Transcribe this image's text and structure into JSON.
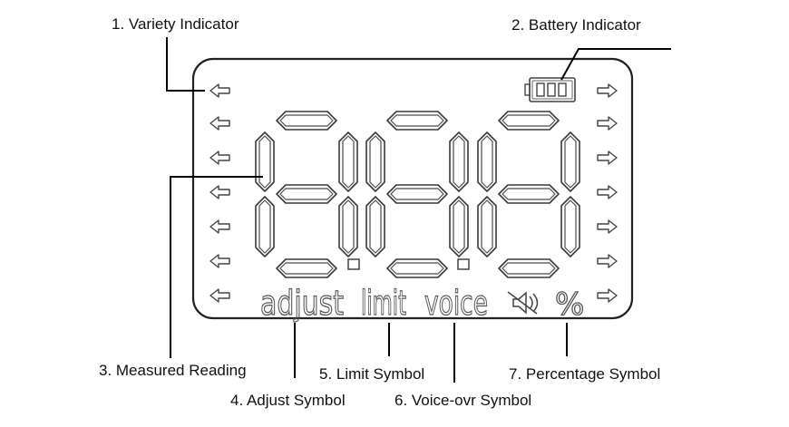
{
  "callouts": {
    "variety": "1. Variety Indicator",
    "battery": "2. Battery Indicator",
    "measured": "3. Measured Reading",
    "adjust": "4. Adjust Symbol",
    "limit": "5. Limit Symbol",
    "voice": "6. Voice-ovr Symbol",
    "percentage": "7. Percentage Symbol"
  },
  "lcd": {
    "word_adjust": "adjust",
    "word_limit": "limit",
    "word_voice": "voice",
    "percent_sign": "%",
    "digit_count": 3,
    "left_arrow_count": 7,
    "right_arrow_count": 7,
    "battery_bars": 3
  },
  "icons": [
    "left-arrow-icon",
    "right-arrow-icon",
    "battery-icon",
    "speaker-mute-icon"
  ]
}
